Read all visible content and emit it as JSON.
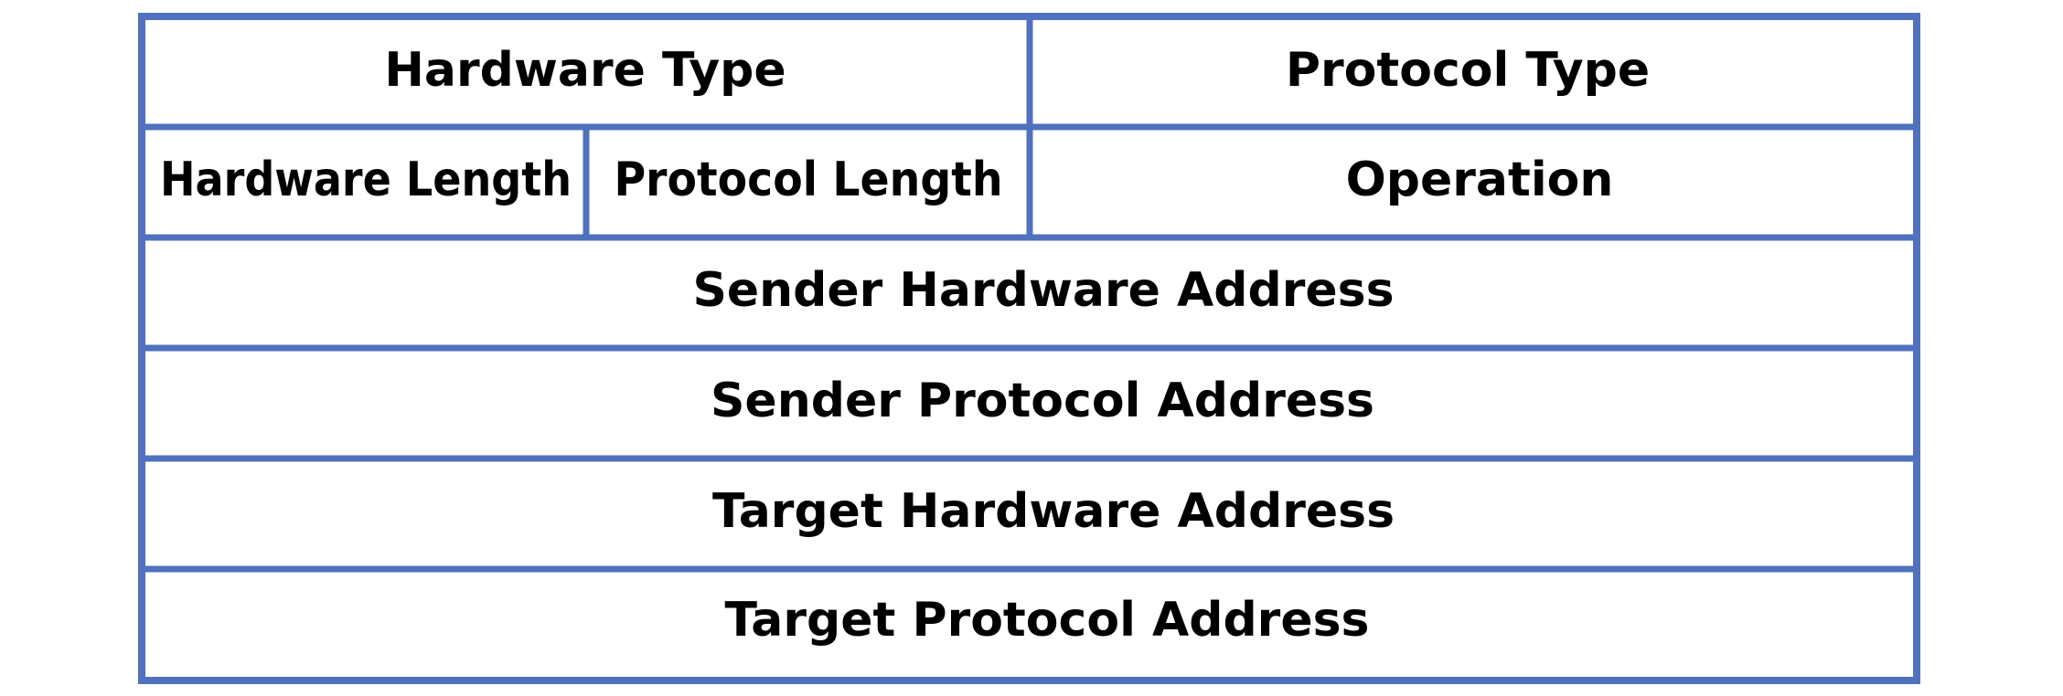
{
  "diagram": {
    "border_color": "#4F71BE",
    "text_color": "#000000",
    "fields": {
      "hardware_type": "Hardware Type",
      "protocol_type": "Protocol Type",
      "hardware_length": "Hardware Length",
      "protocol_length": "Protocol Length",
      "operation": "Operation",
      "sender_hardware_address": "Sender Hardware Address",
      "sender_protocol_address": "Sender Protocol Address",
      "target_hardware_address": "Target Hardware Address",
      "target_protocol_address": "Target Protocol Address"
    }
  }
}
